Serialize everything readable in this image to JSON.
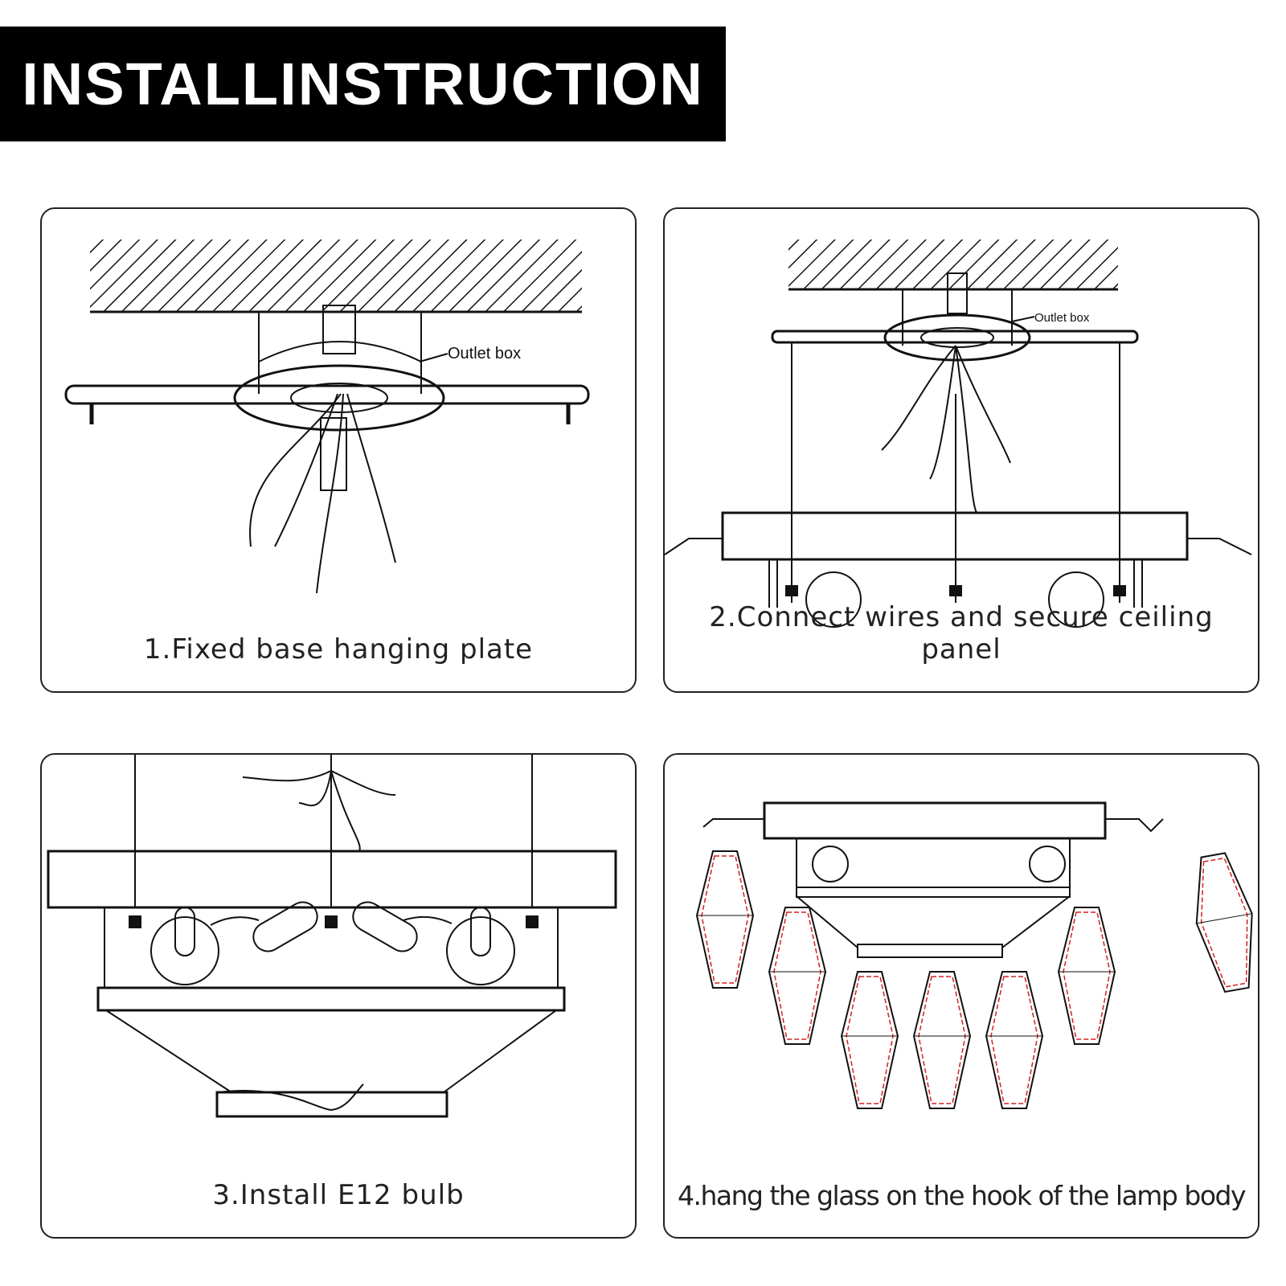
{
  "header": {
    "title": "INSTALLINSTRUCTION"
  },
  "steps": [
    {
      "caption": "1.Fixed base hanging plate",
      "label": "Outlet box"
    },
    {
      "caption": "2.Connect wires and secure ceiling panel",
      "label": "Outlet box"
    },
    {
      "caption": "3.Install E12 bulb"
    },
    {
      "caption": "4.hang the glass on the hook of the lamp body"
    }
  ],
  "colors": {
    "banner": "#000000",
    "glass_outline": "#d42020"
  }
}
